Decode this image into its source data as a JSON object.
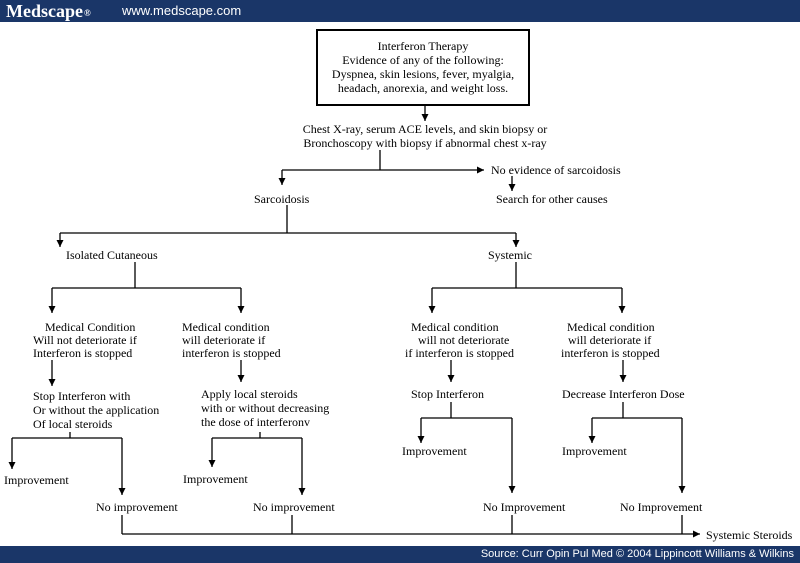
{
  "header": {
    "brand": "Medscape",
    "brand_mark": "®",
    "url": "www.medscape.com"
  },
  "footer": {
    "source": "Source: Curr Opin Pul Med © 2004 Lippincott Williams & Wilkins"
  },
  "flowchart": {
    "start": [
      "Interferon Therapy",
      "Evidence of any of the following:",
      "Dyspnea, skin lesions, fever, myalgia,",
      "headach, anorexia, and weight loss."
    ],
    "workup": [
      "Chest X-ray, serum ACE levels, and skin biopsy or",
      "Bronchoscopy with biopsy if abnormal chest x-ray"
    ],
    "no_evidence": "No evidence of sarcoidosis",
    "search_other": "Search for other causes",
    "sarcoidosis": "Sarcoidosis",
    "isolated": "Isolated Cutaneous",
    "systemic": "Systemic",
    "cond_a": [
      "Medical Condition",
      "Will not deteriorate if",
      "Interferon is stopped"
    ],
    "cond_b": [
      "Medical condition",
      "will deteriorate if",
      "interferon is stopped"
    ],
    "cond_c": [
      "Medical condition",
      "will not deteriorate",
      "if interferon is stopped"
    ],
    "cond_d": [
      "Medical condition",
      "will deteriorate if",
      "interferon is stopped"
    ],
    "action_a": [
      "Stop Interferon with",
      "Or without the application",
      "Of local steroids"
    ],
    "action_b": [
      "Apply local steroids",
      "with or without decreasing",
      "the dose of interferonv"
    ],
    "action_c": "Stop Interferon",
    "action_d": "Decrease Interferon Dose",
    "improve_a": "Improvement",
    "improve_b": "Improvement",
    "improve_c": "Improvement",
    "improve_d": "Improvement",
    "noimprove_a": "No improvement",
    "noimprove_b": "No improvement",
    "noimprove_c": "No Improvement",
    "noimprove_d": "No Improvement",
    "final": "Systemic Steroids"
  }
}
